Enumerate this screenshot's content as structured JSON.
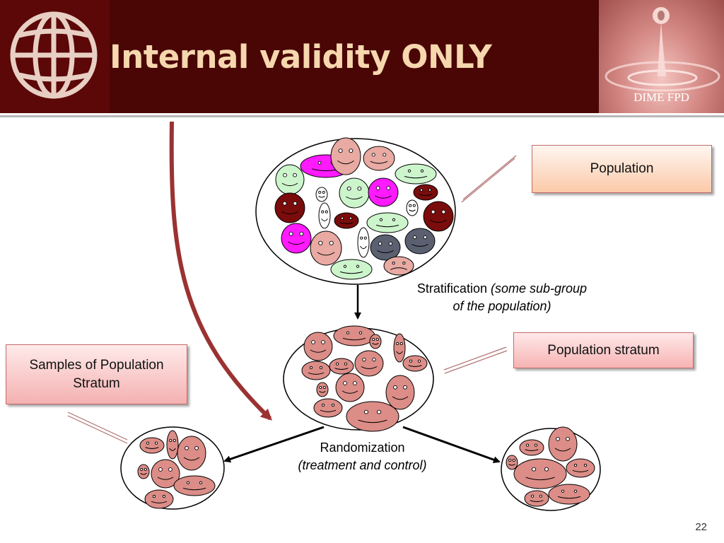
{
  "slide": {
    "title": "Internal validity ONLY",
    "header_badge": "DIME FPD",
    "page_number": "22"
  },
  "callouts": {
    "population": "Population",
    "population_stratum": "Population stratum",
    "samples": "Samples of Population Stratum"
  },
  "labels": {
    "stratification": "Stratification",
    "stratification_note": "(some sub-group of the population)",
    "randomization": "Randomization",
    "randomization_note": "(treatment and control)"
  },
  "colors": {
    "header_bg": "#4a0505",
    "title_text": "#f6d7ae",
    "curved_arrow": "#9b3232",
    "face_magenta": "#ff1aff",
    "face_pink": "#e8aaa3",
    "face_green": "#ccf5cc",
    "face_maroon": "#7a0c0c",
    "face_slate": "#5a6070",
    "face_white": "#ffffff",
    "face_stratum": "#dc8d87"
  },
  "icons": [
    "world-bank-logo-icon",
    "water-drop-photo-icon",
    "smiley-face-icon",
    "down-arrow-icon",
    "left-arrow-icon",
    "right-arrow-icon",
    "curved-arrow-icon"
  ]
}
